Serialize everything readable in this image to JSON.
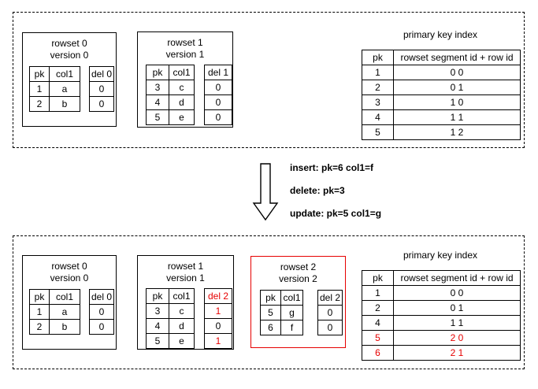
{
  "colors": {
    "red": "#e60000",
    "line": "#000000",
    "background": "#ffffff"
  },
  "stage1": {
    "rowset0": {
      "title": "rowset 0",
      "version": "version 0",
      "headers": [
        "pk",
        "col1"
      ],
      "rows": [
        [
          "1",
          "a"
        ],
        [
          "2",
          "b"
        ]
      ],
      "del_header": "del 0",
      "del_values": [
        "0",
        "0"
      ]
    },
    "rowset1": {
      "title": "rowset 1",
      "version": "version 1",
      "headers": [
        "pk",
        "col1"
      ],
      "rows": [
        [
          "3",
          "c"
        ],
        [
          "4",
          "d"
        ],
        [
          "5",
          "e"
        ]
      ],
      "del_header": "del 1",
      "del_values": [
        "0",
        "0",
        "0"
      ]
    },
    "index": {
      "title": "primary key index",
      "headers": [
        "pk",
        "rowset segment id + row id"
      ],
      "rows": [
        [
          "1",
          "0 0"
        ],
        [
          "2",
          "0 1"
        ],
        [
          "3",
          "1 0"
        ],
        [
          "4",
          "1 1"
        ],
        [
          "5",
          "1 2"
        ]
      ]
    }
  },
  "transition": {
    "lines": [
      "insert: pk=6 col1=f",
      "delete: pk=3",
      "update: pk=5 col1=g"
    ]
  },
  "stage2": {
    "rowset0": {
      "title": "rowset 0",
      "version": "version 0",
      "headers": [
        "pk",
        "col1"
      ],
      "rows": [
        [
          "1",
          "a"
        ],
        [
          "2",
          "b"
        ]
      ],
      "del_header": "del 0",
      "del_values": [
        "0",
        "0"
      ]
    },
    "rowset1": {
      "title": "rowset 1",
      "version": "version 1",
      "headers": [
        "pk",
        "col1"
      ],
      "rows": [
        [
          "3",
          "c"
        ],
        [
          "4",
          "d"
        ],
        [
          "5",
          "e"
        ]
      ],
      "del_header": "del 2",
      "del_values": [
        "1",
        "0",
        "1"
      ]
    },
    "rowset2": {
      "title": "rowset 2",
      "version": "version 2",
      "headers": [
        "pk",
        "col1"
      ],
      "rows": [
        [
          "5",
          "g"
        ],
        [
          "6",
          "f"
        ]
      ],
      "del_header": "del 2",
      "del_values": [
        "0",
        "0"
      ]
    },
    "index": {
      "title": "primary key index",
      "headers": [
        "pk",
        "rowset segment id + row id"
      ],
      "rows": [
        [
          "1",
          "0 0"
        ],
        [
          "2",
          "0 1"
        ],
        [
          "4",
          "1 1"
        ],
        [
          "5",
          "2 0"
        ],
        [
          "6",
          "2 1"
        ]
      ]
    }
  }
}
